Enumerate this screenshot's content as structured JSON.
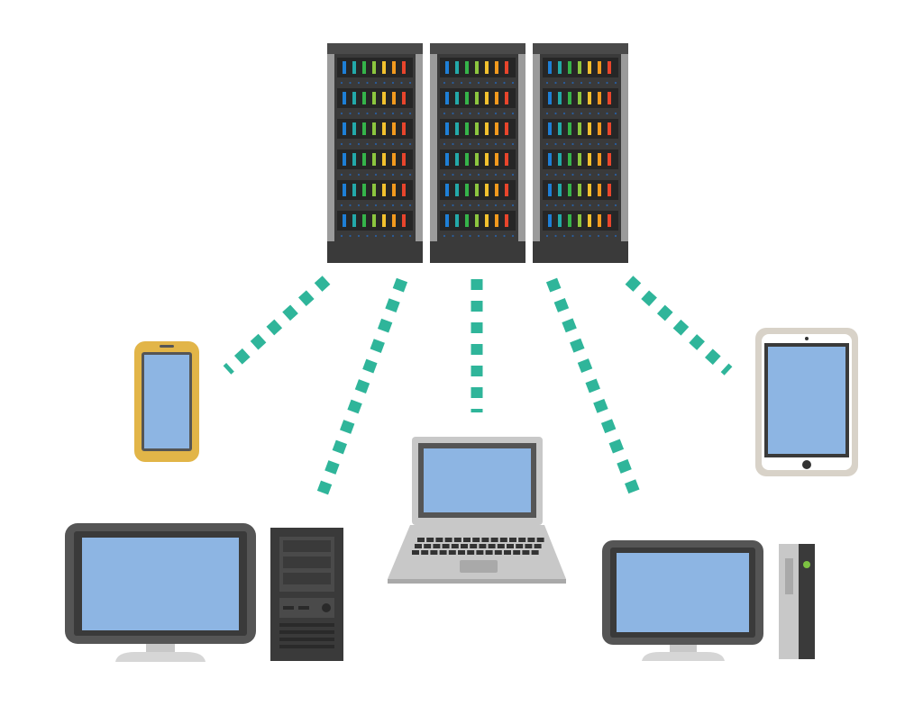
{
  "diagram": {
    "type": "network-topology",
    "hub": {
      "name": "server-racks",
      "icon": "server-rack-icon",
      "count": 3,
      "led_colors": [
        "#1e7fd6",
        "#23a9a9",
        "#35b44a",
        "#8cc63f",
        "#f2c12e",
        "#f29a1e",
        "#e8452c"
      ]
    },
    "clients": [
      {
        "id": "smartphone",
        "icon": "smartphone-icon"
      },
      {
        "id": "desktop-computer",
        "icon": "desktop-computer-icon"
      },
      {
        "id": "laptop",
        "icon": "laptop-icon"
      },
      {
        "id": "all-in-one-pc",
        "icon": "slim-desktop-icon"
      },
      {
        "id": "tablet",
        "icon": "tablet-icon"
      }
    ],
    "connection_style": "dotted",
    "colors": {
      "connection": "#2fb59a",
      "screen": "#8db5e3",
      "rack_body": "#3a3a3a",
      "rack_frame": "#9b9b9b",
      "device_dark": "#555555",
      "device_light": "#c8c8c8",
      "phone_frame": "#e2b548",
      "tablet_frame": "#d8d2c8",
      "power_led": "#7cc242"
    }
  }
}
